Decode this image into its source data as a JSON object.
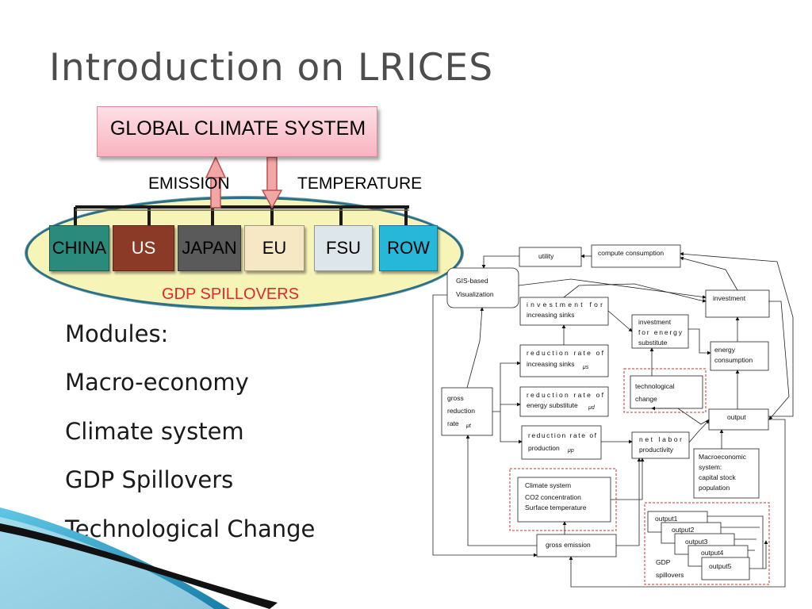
{
  "title": "Introduction on LRICES",
  "diagram": {
    "top_box": "GLOBAL CLIMATE SYSTEM",
    "emission_label": "EMISSION",
    "temperature_label": "TEMPERATURE",
    "regions": [
      {
        "label": "CHINA",
        "color": "#2a8a7c",
        "text": "#000000"
      },
      {
        "label": "US",
        "color": "#8a3a26",
        "text": "#ffffff"
      },
      {
        "label": "JAPAN",
        "color": "#5a5a5a",
        "text": "#000000"
      },
      {
        "label": "EU",
        "color": "#f6e8c4",
        "text": "#000000"
      },
      {
        "label": "FSU",
        "color": "#dde6ea",
        "text": "#000000"
      },
      {
        "label": "ROW",
        "color": "#27b7d9",
        "text": "#000000"
      }
    ],
    "spillover_label": "GDP SPILLOVERS"
  },
  "bullets": [
    "Modules:",
    "Macro-economy",
    "Climate system",
    "GDP Spillovers",
    "Technological Change"
  ],
  "flowchart": {
    "utility": "utility",
    "compute_consumption": "compute consumption",
    "gis_1": "GIS-based",
    "gis_2": "Visualization",
    "investment": "investment",
    "inv_sinks_1": "investment for",
    "inv_sinks_2": "increasing sinks",
    "inv_energy_1": "investment",
    "inv_energy_2": "for energy",
    "inv_energy_3": "substitute",
    "energy_cons_1": "energy",
    "energy_cons_2": "consumption",
    "red_sinks_1": "reduction rate of",
    "red_sinks_2": "increasing sinks",
    "red_sinks_sym": "μs",
    "tech_1": "technological",
    "tech_2": "change",
    "gross_red_1": "gross",
    "gross_red_2": "reduction",
    "gross_red_3": "rate",
    "gross_red_sym": "μt",
    "red_energy_1": "reduction rate of",
    "red_energy_2": "energy substitute",
    "red_energy_sym": "μd",
    "output": "output",
    "red_prod_1": "reduction rate of",
    "red_prod_2": "production",
    "red_prod_sym": "μp",
    "labor_1": "net labor",
    "labor_2": "productivity",
    "macro_1": "Macroeconomic",
    "macro_2": "system:",
    "macro_3": "capital stock",
    "macro_4": "population",
    "climate_1": "Climate system",
    "climate_2": "CO2 concentration",
    "climate_3": "Surface temperature",
    "gross_emission": "gross emission",
    "outputs": [
      "output1",
      "output2",
      "output3",
      "output4",
      "output5"
    ],
    "gdp_1": "GDP",
    "gdp_2": "spillovers"
  }
}
